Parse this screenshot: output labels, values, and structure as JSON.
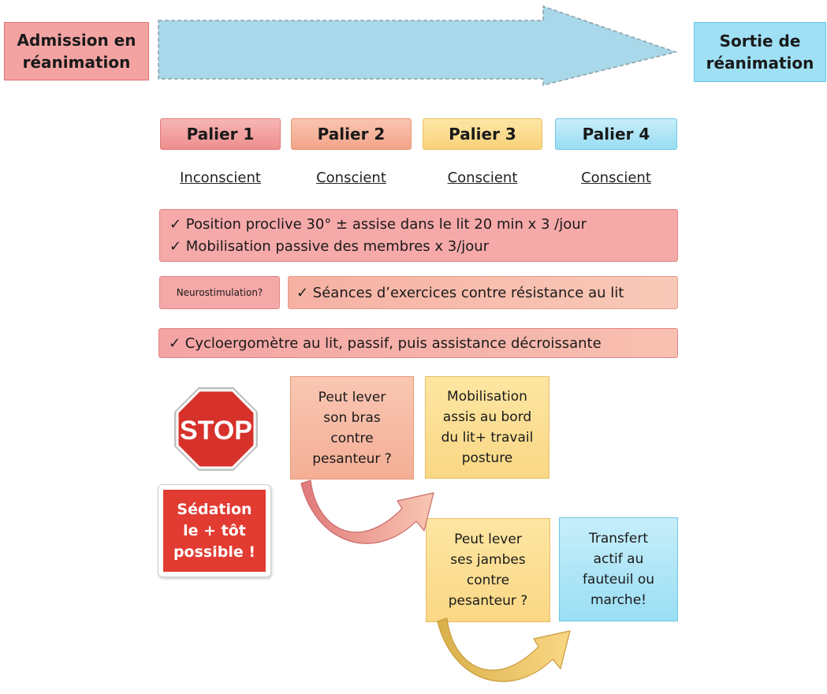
{
  "header": {
    "start_line1": "Admission en",
    "start_line2": "réanimation",
    "end_line1": "Sortie de",
    "end_line2": "réanimation"
  },
  "paliers": [
    {
      "label": "Palier 1",
      "state": "Inconscient"
    },
    {
      "label": "Palier 2",
      "state": "Conscient"
    },
    {
      "label": "Palier 3",
      "state": "Conscient"
    },
    {
      "label": "Palier 4",
      "state": "Conscient"
    }
  ],
  "interventions": {
    "position": "✓ Position proclive 30° ±  assise dans le lit 20 min x 3 /jour",
    "mobilisation_passive": "✓ Mobilisation passive des membres x 3/jour",
    "neurostimulation": "Neurostimulation?",
    "seances": "✓ Séances d’exercices contre résistance au lit",
    "cycloergometre": "✓ Cycloergomètre au lit, passif, puis assistance décroissante"
  },
  "stop": {
    "sign_text": "STOP",
    "sedation_line1": "Sédation",
    "sedation_line2": "le + tôt",
    "sedation_line3": "possible !"
  },
  "steps": {
    "q1": [
      "Peut lever",
      "son bras",
      "contre",
      "pesanteur ?"
    ],
    "m1": [
      "Mobilisation",
      "assis au bord",
      "du lit+ travail",
      "posture"
    ],
    "q2": [
      "Peut lever",
      "ses jambes",
      "contre",
      "pesanteur ?"
    ],
    "t2": [
      "Transfert",
      "actif au",
      "fauteuil ou",
      "marche!"
    ]
  },
  "colors": {
    "arrow_fill": "#a8d8ea",
    "palier1": "#ee8d8d",
    "palier2": "#f3a48a",
    "palier3": "#f9d27a",
    "palier4": "#98ddf3",
    "stop_red": "#d7312b"
  }
}
